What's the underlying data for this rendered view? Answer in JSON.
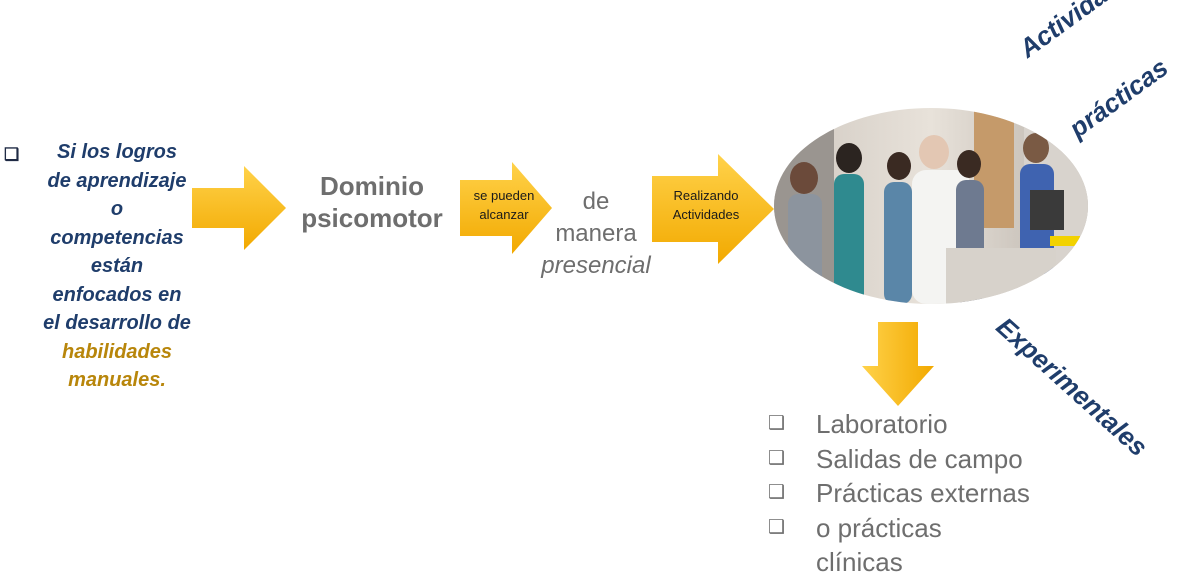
{
  "left_block": {
    "bullet": "❑",
    "line1": "Si los logros",
    "line2": "de aprendizaje",
    "line3": "o",
    "line4": "competencias",
    "line5": "están",
    "line6": "enfocados en",
    "line7": "el desarrollo de",
    "highlight1": "habilidades",
    "highlight2": "manuales."
  },
  "dominio": {
    "line1": "Dominio",
    "line2": "psicomotor"
  },
  "arrow2_label": {
    "line1": "se pueden",
    "line2": "alcanzar"
  },
  "manera": {
    "line1": "de",
    "line2": "manera",
    "line3": "presencial"
  },
  "arrow3_label": {
    "line1": "Realizando",
    "line2": "Actividades"
  },
  "rotated": {
    "actividades": "Actividades",
    "practicas": "prácticas",
    "experimentales": "Experimentales"
  },
  "list": {
    "bullet": "❑",
    "items": [
      "Laboratorio",
      "Salidas de campo",
      "Prácticas externas",
      "o prácticas"
    ],
    "last_continuation": "clínicas"
  },
  "colors": {
    "arrow_gold": "#f6b40e",
    "navy": "#1f3d6b",
    "gray_text": "#6e6e6e",
    "highlight": "#b8860b"
  },
  "photo": {
    "subject": "medical-team-in-clinic-photo"
  }
}
